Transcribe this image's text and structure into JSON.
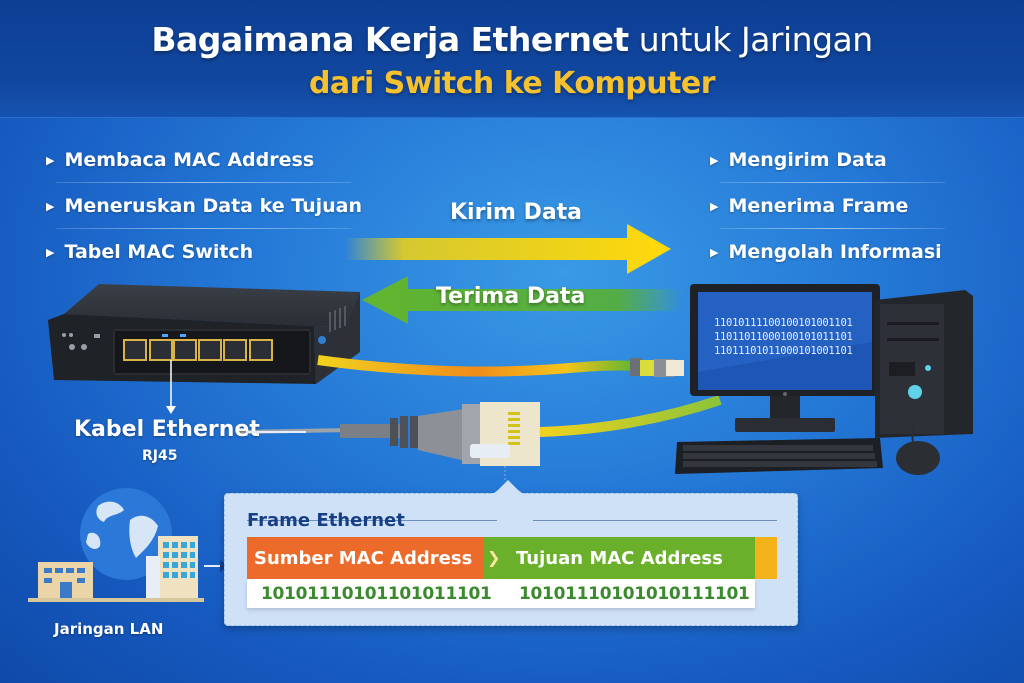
{
  "header": {
    "title_bold": "Bagaimana Kerja Ethernet",
    "title_light": " untuk Jaringan",
    "subtitle": "dari Switch ke Komputer"
  },
  "switch_features": [
    {
      "label": "Membaca MAC Address"
    },
    {
      "label": "Meneruskan Data ke Tujuan"
    },
    {
      "label": "Tabel MAC Switch"
    }
  ],
  "computer_features": [
    {
      "label": "Mengirim Data"
    },
    {
      "label": "Menerima Frame"
    },
    {
      "label": "Mengolah Informasi"
    }
  ],
  "bullet_icon": "triangle-right-icon",
  "arrows": {
    "send": {
      "label": "Kirim Data",
      "direction": "right",
      "color": "#f5d10c"
    },
    "receive": {
      "label": "Terima Data",
      "direction": "left",
      "color": "#5cb531"
    }
  },
  "cable": {
    "label": "Kabel Ethernet",
    "sub_label": "RJ45"
  },
  "computer": {
    "screen_lines": [
      "11010111100100101001101",
      "11011011000100101011101",
      "11011101011000101001101"
    ]
  },
  "lan": {
    "label": "Jaringan LAN"
  },
  "frame": {
    "title": "Frame Ethernet",
    "columns": [
      {
        "header": "Sumber MAC Address",
        "value": "10101110101101011101",
        "color": "#ec6a2a"
      },
      {
        "header": "Tujuan MAC Address",
        "value": "10101110101010111101",
        "color": "#6ab02b"
      }
    ],
    "end_color": "#f3b21a"
  },
  "colors": {
    "header_bg": "#0d3f95",
    "subtitle": "#f6c12e",
    "background": "#2478d6"
  }
}
